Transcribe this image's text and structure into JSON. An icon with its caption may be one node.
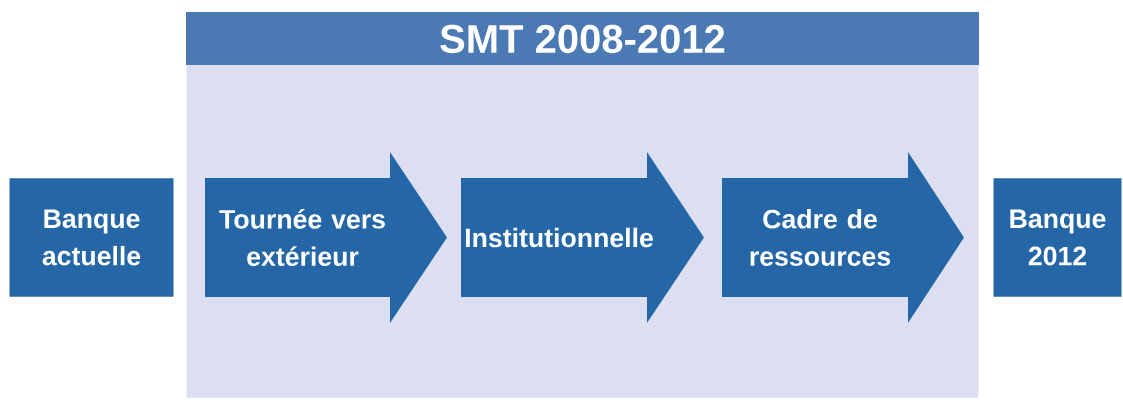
{
  "diagram": {
    "nodes": [
      {
        "text": [
          "SMT 2008-2012"
        ]
      },
      {
        "text": [
          "Banque actuelle"
        ]
      },
      {
        "text": [
          "Tournée vers extérieur"
        ],
        "in": 0
      },
      {
        "text": [
          "Institutionnelle"
        ],
        "in": 0
      },
      {
        "text": [
          "Cadre de ressources"
        ],
        "in": 0
      },
      {
        "text": [
          "Banque 2012"
        ]
      }
    ]
  }
}
